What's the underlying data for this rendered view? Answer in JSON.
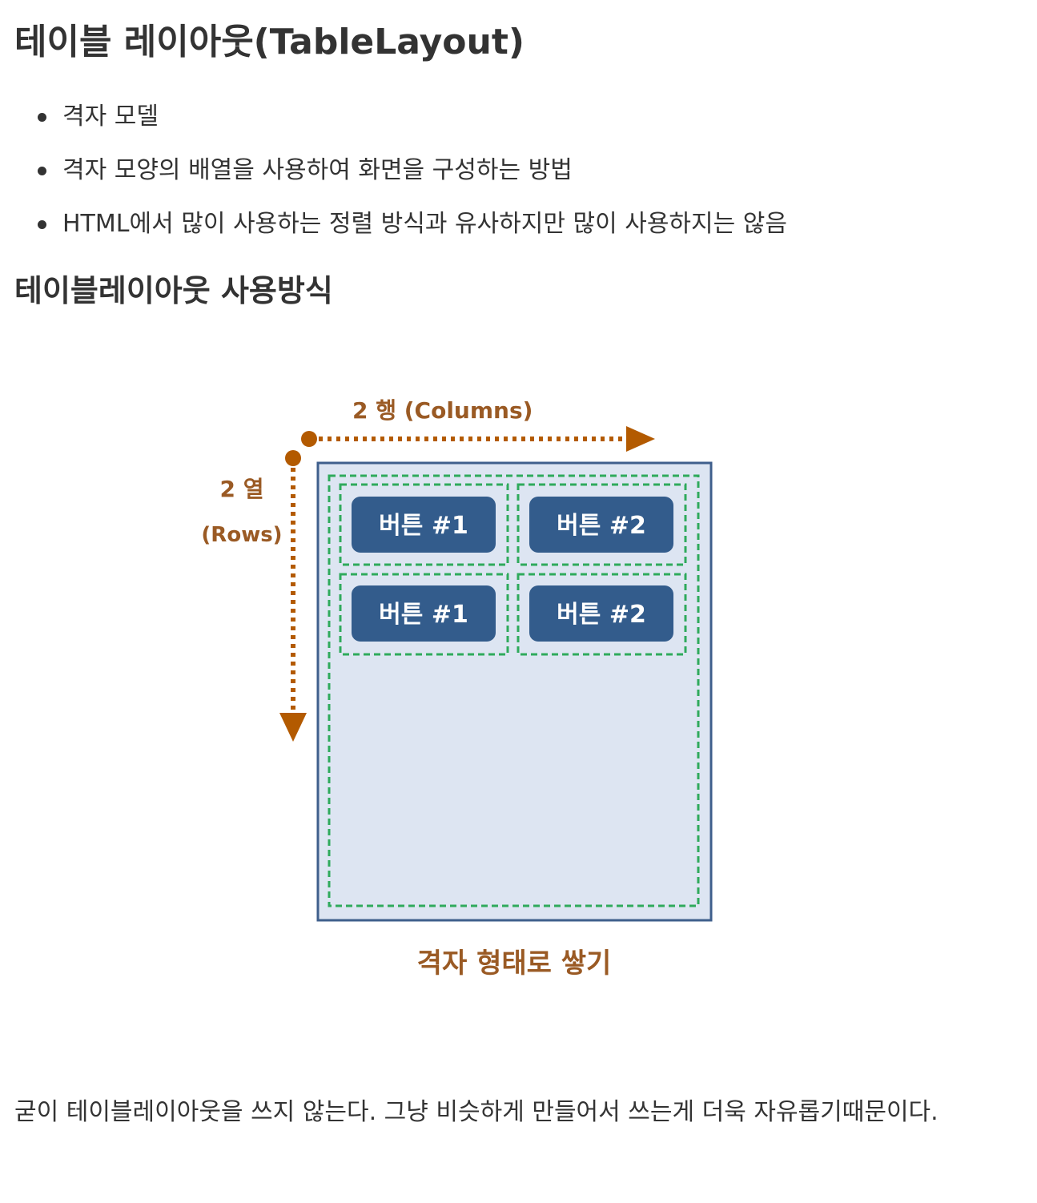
{
  "title": "테이블 레이아웃(TableLayout)",
  "bullets": [
    "격자 모델",
    "격자 모양의 배열을 사용하여 화면을 구성하는 방법",
    "HTML에서 많이 사용하는 정렬 방식과 유사하지만 많이 사용하지는 않음"
  ],
  "section_title": "테이블레이아웃 사용방식",
  "diagram": {
    "columns_label": "2 행 (Columns)",
    "rows_label_top": "2 열",
    "rows_label_bottom": "(Rows)",
    "buttons": [
      "버튼 #1",
      "버튼 #2",
      "버튼 #1",
      "버튼 #2"
    ],
    "caption": "격자 형태로 쌓기",
    "colors": {
      "arrow": "#b35a00",
      "label": "#9a5a24",
      "frame_border": "#3f5f8c",
      "frame_fill": "#dde5f2",
      "cell_border": "#2faa5c",
      "button_fill": "#335c8c",
      "button_text": "#ffffff"
    }
  },
  "note": "굳이 테이블레이아웃을 쓰지 않는다. 그냥 비슷하게 만들어서 쓰는게 더욱 자유롭기때문이다."
}
